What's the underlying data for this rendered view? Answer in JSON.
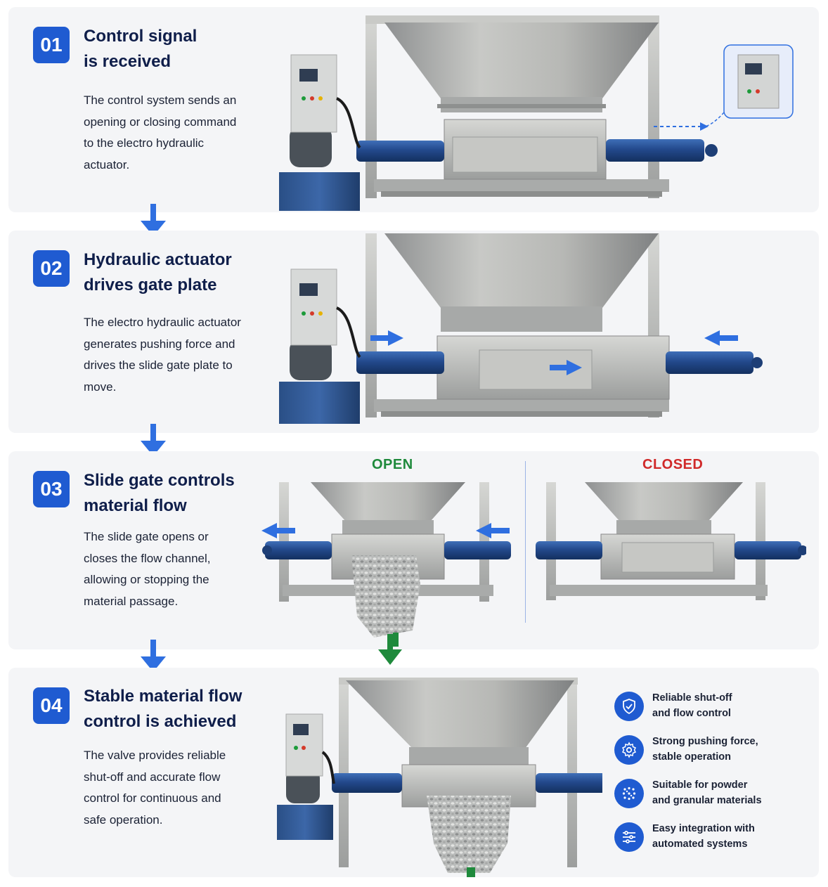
{
  "steps": [
    {
      "number": "01",
      "title_l1": "Control signal",
      "title_l2": "is received",
      "desc": "The control system sends an opening or closing command to the electro hydraulic actuator."
    },
    {
      "number": "02",
      "title_l1": "Hydraulic actuator",
      "title_l2": "drives gate plate",
      "desc": "The electro hydraulic actuator generates pushing force and drives the slide gate plate to move."
    },
    {
      "number": "03",
      "title_l1": "Slide gate controls",
      "title_l2": "material flow",
      "desc": "The slide gate opens or closes the flow channel, allowing or stopping the material passage."
    },
    {
      "number": "04",
      "title_l1": "Stable material flow",
      "title_l2": "control is achieved",
      "desc": "The valve provides reliable shut-off and accurate flow control for continuous and safe operation."
    }
  ],
  "states": {
    "open": "OPEN",
    "closed": "CLOSED"
  },
  "features": [
    {
      "l1": "Reliable shut-off",
      "l2": "and flow control",
      "icon": "shield-check-icon"
    },
    {
      "l1": "Strong pushing force,",
      "l2": "stable operation",
      "icon": "gear-icon"
    },
    {
      "l1": "Suitable for powder",
      "l2": "and granular materials",
      "icon": "granules-icon"
    },
    {
      "l1": "Easy integration with",
      "l2": "automated systems",
      "icon": "sliders-icon"
    }
  ],
  "colors": {
    "accent": "#1f5bd1",
    "open": "#1f8a3c",
    "closed": "#d02a2a",
    "title": "#0f1e4a",
    "panel": "#f4f5f7"
  }
}
